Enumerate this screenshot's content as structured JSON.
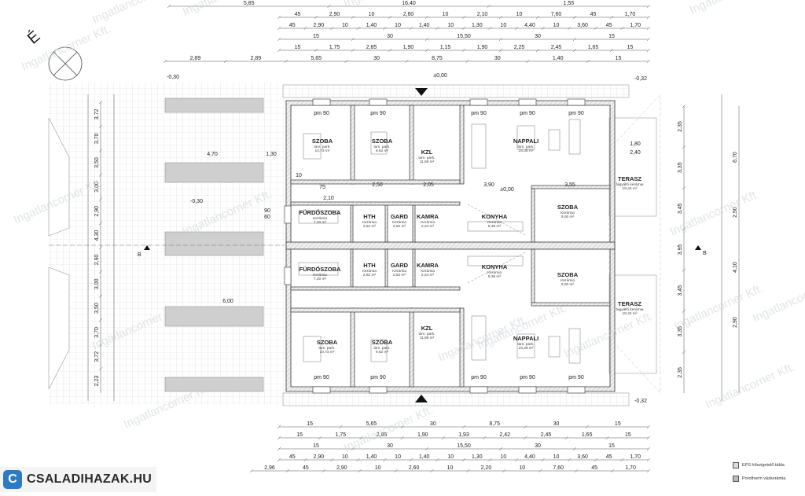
{
  "north_label": "É",
  "watermark": "Ingatlancorner Kft.",
  "brand": {
    "logo": "C",
    "name": "CSALADIHAZAK.HU"
  },
  "section_marker": "B",
  "legend": [
    {
      "label": "EPS hőszigetelő tábla"
    },
    {
      "label": "Porotherm vázkerámia"
    }
  ],
  "top_dims": [
    [
      "5,85",
      "16,40",
      "1,55"
    ],
    [
      "45",
      "2,90",
      "10",
      "2,60",
      "10",
      "2,10",
      "10",
      "7,60",
      "45",
      "1,70"
    ],
    [
      "45",
      "2,90",
      "10",
      "1,40",
      "10",
      "1,40",
      "10",
      "1,30",
      "10",
      "4,40",
      "10",
      "3,60",
      "45",
      "1,70"
    ],
    [
      "15",
      "30",
      "15,50",
      "30",
      "15"
    ],
    [
      "15",
      "1,75",
      "2,85",
      "1,90",
      "1,15",
      "1,90",
      "2,25",
      "2,45",
      "1,65",
      "15"
    ],
    [
      "2,89",
      "2,89",
      "5,65",
      "30",
      "8,75",
      "30",
      "1,40",
      "15"
    ]
  ],
  "bottom_dims": [
    [
      "15",
      "5,65",
      "30",
      "8,75",
      "30",
      "15"
    ],
    [
      "15",
      "1,75",
      "2,85",
      "1,90",
      "1,93",
      "2,42",
      "2,45",
      "1,65",
      "15"
    ],
    [
      "15",
      "30",
      "15,50",
      "30",
      "15"
    ],
    [
      "45",
      "2,90",
      "10",
      "1,40",
      "10",
      "1,40",
      "10",
      "1,30",
      "10",
      "4,40",
      "10",
      "3,60",
      "45",
      "1,70"
    ],
    [
      "2,96",
      "45",
      "2,90",
      "10",
      "2,60",
      "10",
      "2,20",
      "10",
      "7,60",
      "45",
      "1,70"
    ]
  ],
  "right_dims": [
    "2,35",
    "3,35",
    "3,45",
    "3,95",
    "3,45",
    "3,35",
    "2,35",
    "6,70",
    "2,50",
    "4,10",
    "2,90"
  ],
  "left_dims": [
    "3,72",
    "3,70",
    "3,50",
    "3,00",
    "2,90",
    "4,30",
    "2,90",
    "3,00",
    "3,50",
    "3,70",
    "3,72",
    "2,23"
  ],
  "levels": [
    "-0,30",
    "±0,00",
    "-0,32",
    "-0,30",
    "±0,00",
    "-0,32"
  ],
  "window_label": "pm 90",
  "rooms": [
    {
      "name": "SZOBA",
      "sub": "lam. park.",
      "area": "10,73 m²"
    },
    {
      "name": "SZOBA",
      "sub": "lam. park.",
      "area": "9,62 m²"
    },
    {
      "name": "KZL",
      "sub": "lam. park.",
      "area": "11,88 m²"
    },
    {
      "name": "NAPPALI",
      "sub": "lam. park.",
      "area": "34,39 m²"
    },
    {
      "name": "TERASZ",
      "sub": "fagyálló kerámia",
      "area": "18,44 m²"
    },
    {
      "name": "FÜRDŐSZOBA",
      "sub": "Kerámia",
      "area": "7,20 m²"
    },
    {
      "name": "HTH",
      "sub": "Kerámia",
      "area": "2,82 m²"
    },
    {
      "name": "GARD",
      "sub": "Kerámia",
      "area": "2,52 m²"
    },
    {
      "name": "KAMRA",
      "sub": "Kerámia",
      "area": "2,34 m²"
    },
    {
      "name": "KONYHA",
      "sub": "Kerámia",
      "area": "8,36 m²"
    },
    {
      "name": "SZOBA",
      "sub": "Kerámia",
      "area": "9,00 m²"
    }
  ],
  "misc_dims": [
    "4,70",
    "1,30",
    "6,00",
    "90",
    "60",
    "2,10",
    "2,50",
    "2,05",
    "3,90",
    "3,55",
    "1,80",
    "2,40",
    "75",
    "10"
  ]
}
